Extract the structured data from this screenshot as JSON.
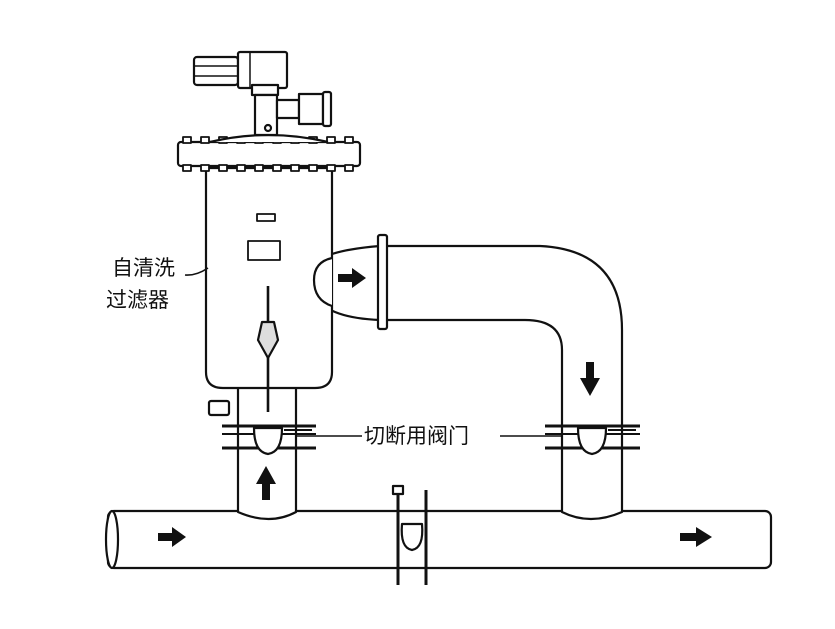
{
  "labels": {
    "filter_line1": "自清洗",
    "filter_line2": "过滤器",
    "valve": "切断用阀门"
  },
  "colors": {
    "line": "#111111",
    "fill": "#ffffff",
    "motor_shade": "#cccccc"
  }
}
